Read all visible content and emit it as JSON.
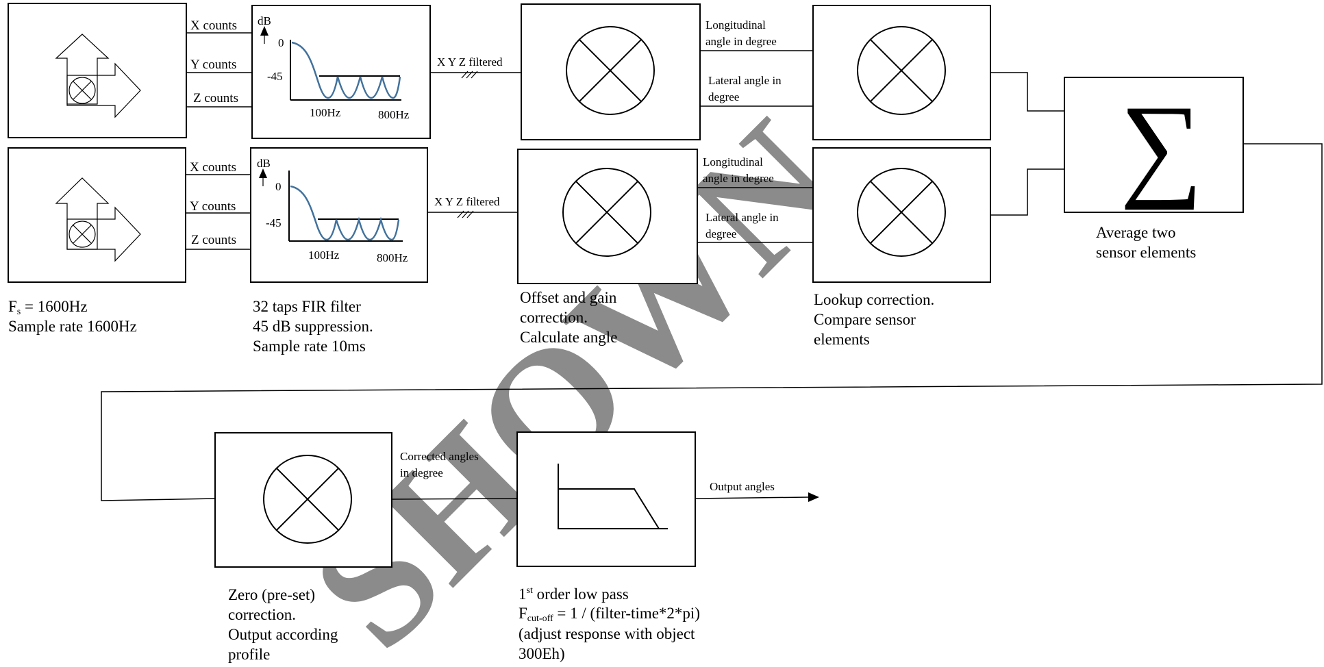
{
  "sensors": [
    {
      "x_label": "X counts",
      "y_label": "Y counts",
      "z_label": "Z counts"
    },
    {
      "x_label": "X counts",
      "y_label": "Y counts",
      "z_label": "Z counts"
    }
  ],
  "fir_plot": {
    "y_unit": "dB",
    "y_top": "0",
    "y_level": "-45",
    "x_low": "100Hz",
    "x_high": "800Hz"
  },
  "xyz_filtered_label": "X Y Z filtered",
  "angle_labels": {
    "longitudinal": [
      "Longitudinal",
      "angle in degree"
    ],
    "lateral": [
      "Lateral angle in",
      "degree"
    ]
  },
  "sigma_symbol": "∑",
  "captions": {
    "sensor_fs_prefix": "F",
    "sensor_fs_sub": "s",
    "sensor_fs_suffix": " = 1600Hz",
    "sensor_line2": "Sample rate 1600Hz",
    "fir": [
      "32 taps FIR filter",
      "45 dB suppression.",
      "Sample rate 10ms"
    ],
    "offset": [
      "Offset and gain",
      "correction.",
      "Calculate angle"
    ],
    "lookup": [
      "Lookup correction.",
      "Compare sensor",
      "elements"
    ],
    "average": [
      "Average two",
      "sensor elements"
    ],
    "zero": [
      "Zero (pre-set)",
      "correction.",
      "Output according",
      "profile"
    ],
    "lowpass_l1_num": "1",
    "lowpass_l1_sup": "st",
    "lowpass_l1_rest": " order low pass",
    "lowpass_l2_main": "F",
    "lowpass_l2_sub": "cut-off",
    "lowpass_l2_rest": " = 1 / (filter-time*2*pi)",
    "lowpass_l3": "(adjust response with object",
    "lowpass_l4": "300Eh)"
  },
  "corrected_angles": [
    "Corrected angles",
    "in degree"
  ],
  "output_angles": "Output angles",
  "watermark": "SHOWN"
}
